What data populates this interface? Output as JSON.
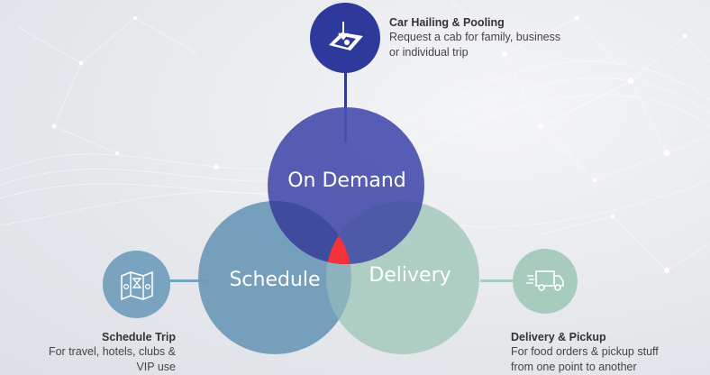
{
  "top_node": {
    "icon": "map-pin-icon",
    "title": "Car Hailing & Pooling",
    "description_line1": "Request a cab for family, business",
    "description_line2": "or individual trip",
    "color": "#2e3a9b"
  },
  "left_node": {
    "icon": "folded-map-icon",
    "title": "Schedule Trip",
    "description_line1": "For travel, hotels, clubs &",
    "description_line2": "VIP use",
    "color": "#7aa3bf"
  },
  "right_node": {
    "icon": "delivery-truck-icon",
    "title": "Delivery & Pickup",
    "description_line1": "For food orders & pickup stuff",
    "description_line2": "from one point to another",
    "color": "#a7cbbd"
  },
  "circles": {
    "on_demand": {
      "label": "On Demand",
      "color": "#4b51ae"
    },
    "schedule": {
      "label": "Schedule",
      "color": "#6f9bb8"
    },
    "delivery": {
      "label": "Delivery",
      "color": "#a6c9bd"
    },
    "center_color": "#f4323a"
  }
}
